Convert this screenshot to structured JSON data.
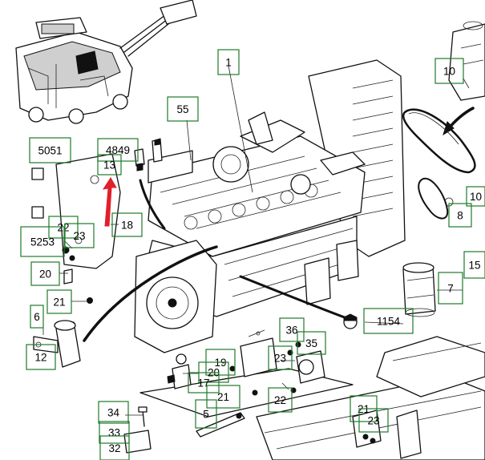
{
  "colors": {
    "callout_border": "#1f7a2a",
    "callout_text": "#000000",
    "arrow": "#e0202a",
    "line_art": "#111111",
    "background": "#ffffff"
  },
  "callouts": [
    {
      "id": "c1",
      "label": "1"
    },
    {
      "id": "c55",
      "label": "55"
    },
    {
      "id": "c5051",
      "label": "5051"
    },
    {
      "id": "c4849",
      "label": "4849"
    },
    {
      "id": "c13",
      "label": "13"
    },
    {
      "id": "c18",
      "label": "18"
    },
    {
      "id": "c22a",
      "label": "22"
    },
    {
      "id": "c23a",
      "label": "23"
    },
    {
      "id": "c5253",
      "label": "5253"
    },
    {
      "id": "c20a",
      "label": "20"
    },
    {
      "id": "c21a",
      "label": "21"
    },
    {
      "id": "c6",
      "label": "6"
    },
    {
      "id": "c12",
      "label": "12"
    },
    {
      "id": "c10a",
      "label": "10"
    },
    {
      "id": "c10b",
      "label": "10"
    },
    {
      "id": "c8",
      "label": "8"
    },
    {
      "id": "c15",
      "label": "15"
    },
    {
      "id": "c7",
      "label": "7"
    },
    {
      "id": "c1154",
      "label": "1154"
    },
    {
      "id": "c36",
      "label": "36"
    },
    {
      "id": "c35",
      "label": "35"
    },
    {
      "id": "c23b",
      "label": "23"
    },
    {
      "id": "c19",
      "label": "19"
    },
    {
      "id": "c20b",
      "label": "20"
    },
    {
      "id": "c17",
      "label": "17"
    },
    {
      "id": "c21b",
      "label": "21"
    },
    {
      "id": "c22b",
      "label": "22"
    },
    {
      "id": "c5",
      "label": "5"
    },
    {
      "id": "c34",
      "label": "34"
    },
    {
      "id": "c33",
      "label": "33"
    },
    {
      "id": "c32",
      "label": "32"
    },
    {
      "id": "c21c",
      "label": "21"
    },
    {
      "id": "c23c",
      "label": "23"
    }
  ]
}
